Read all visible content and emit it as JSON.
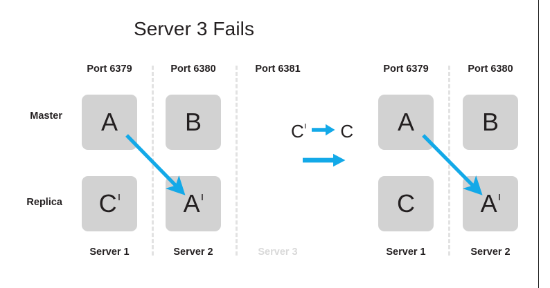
{
  "title": "Server 3 Fails",
  "colors": {
    "accent_arrow": "#13a9e8",
    "node_fill": "#d2d2d2",
    "text": "#231f20",
    "dashed_divider": "#e2e2e2",
    "dimmed_text": "#d9d9d9",
    "background": "#ffffff"
  },
  "row_labels": {
    "master": "Master",
    "replica": "Replica"
  },
  "left_cluster": {
    "columns": [
      {
        "port_label": "Port 6379",
        "server_label": "Server 1",
        "failed": false,
        "master": "A",
        "master_prime": false,
        "replica": "C",
        "replica_prime": true
      },
      {
        "port_label": "Port 6380",
        "server_label": "Server 2",
        "failed": false,
        "master": "B",
        "master_prime": false,
        "replica": "A",
        "replica_prime": true
      },
      {
        "port_label": "Port 6381",
        "server_label": "Server 3",
        "failed": true,
        "master": "",
        "master_prime": false,
        "replica": "",
        "replica_prime": false
      }
    ]
  },
  "right_cluster": {
    "columns": [
      {
        "port_label": "Port 6379",
        "server_label": "Server 1",
        "failed": false,
        "master": "A",
        "master_prime": false,
        "replica": "C",
        "replica_prime": false
      },
      {
        "port_label": "Port 6380",
        "server_label": "Server 2",
        "failed": false,
        "master": "B",
        "master_prime": false,
        "replica": "A",
        "replica_prime": true
      }
    ]
  },
  "legend": {
    "transition_from": "C",
    "transition_from_prime": true,
    "transition_to": "C",
    "transition_to_prime": false,
    "arrow_icon": "right-arrow-icon"
  },
  "replication_arrows": [
    {
      "name": "left-replication-arrow",
      "from": "Server 1 Master A",
      "to": "Server 2 Replica A-prime"
    },
    {
      "name": "right-replication-arrow",
      "from": "Server 1 Master A",
      "to": "Server 2 Replica A-prime"
    }
  ]
}
